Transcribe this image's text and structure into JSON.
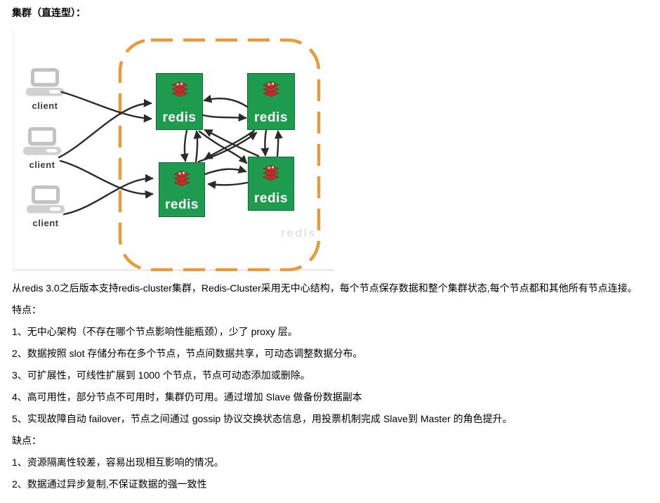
{
  "page": {
    "title": "集群（直连型）："
  },
  "diagram": {
    "clients": [
      {
        "label": "client"
      },
      {
        "label": "client"
      },
      {
        "label": "client"
      }
    ],
    "nodes": [
      {
        "label": "redis"
      },
      {
        "label": "redis"
      },
      {
        "label": "redis"
      },
      {
        "label": "redis"
      }
    ],
    "watermark": "redis",
    "colors": {
      "node_green": "#1f9b4f",
      "logo_red": "#bf3128",
      "cluster_dashed_border": "#e79b3c",
      "arrow": "#2a2a2a"
    }
  },
  "content": {
    "intro": "从redis 3.0之后版本支持redis-cluster集群，Redis-Cluster采用无中心结构，每个节点保存数据和整个集群状态,每个节点都和其他所有节点连接。",
    "features_heading": "特点：",
    "features": [
      "1、无中心架构（不存在哪个节点影响性能瓶颈），少了 proxy 层。",
      "2、数据按照 slot 存储分布在多个节点，节点间数据共享，可动态调整数据分布。",
      "3、可扩展性，可线性扩展到 1000 个节点，节点可动态添加或删除。",
      "4、高可用性，部分节点不可用时，集群仍可用。通过增加 Slave 做备份数据副本",
      "5、实现故障自动 failover，节点之间通过 gossip 协议交换状态信息，用投票机制完成 Slave到 Master 的角色提升。"
    ],
    "drawbacks_heading": "缺点：",
    "drawbacks": [
      "1、资源隔离性较差，容易出现相互影响的情况。",
      "2、数据通过异步复制,不保证数据的强一致性"
    ]
  }
}
